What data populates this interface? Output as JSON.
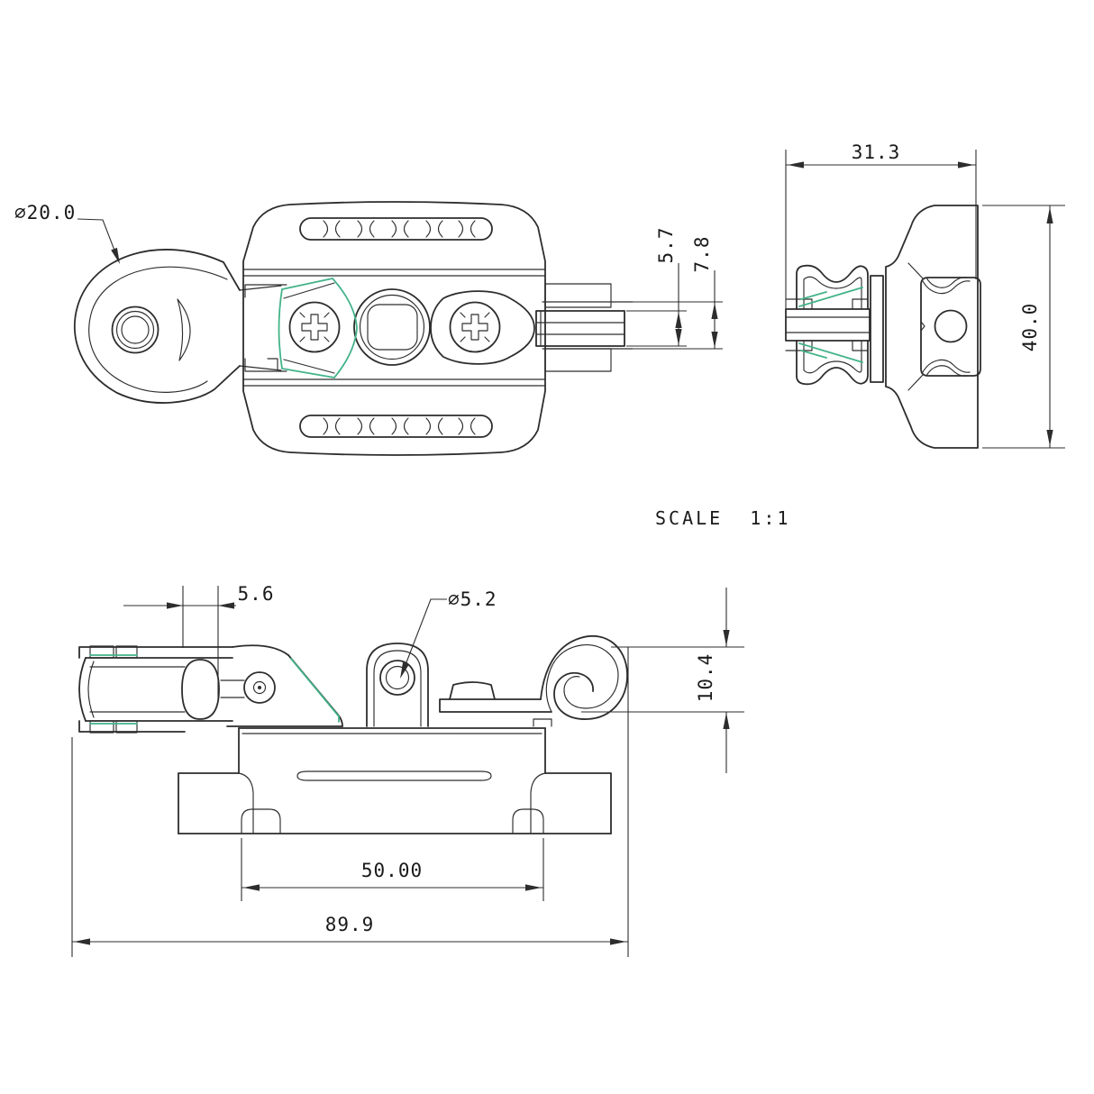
{
  "dimensions": {
    "shackle_hole_diameter": "⌀20.0",
    "end_view_width": "31.3",
    "end_view_height": "40.0",
    "strap_inner_thickness": "5.7",
    "strap_outer_thickness": "7.8",
    "pin_boss_width": "5.6",
    "lug_hole_diameter": "⌀5.2",
    "clip_height": "10.4",
    "base_mount_width": "50.00",
    "overall_length": "89.9"
  },
  "notes": {
    "scale": "SCALE  1:1"
  },
  "colors": {
    "line": "#2d2d2d",
    "accent_green": "#43b389",
    "text": "#1a1a1a",
    "background": "#ffffff"
  }
}
